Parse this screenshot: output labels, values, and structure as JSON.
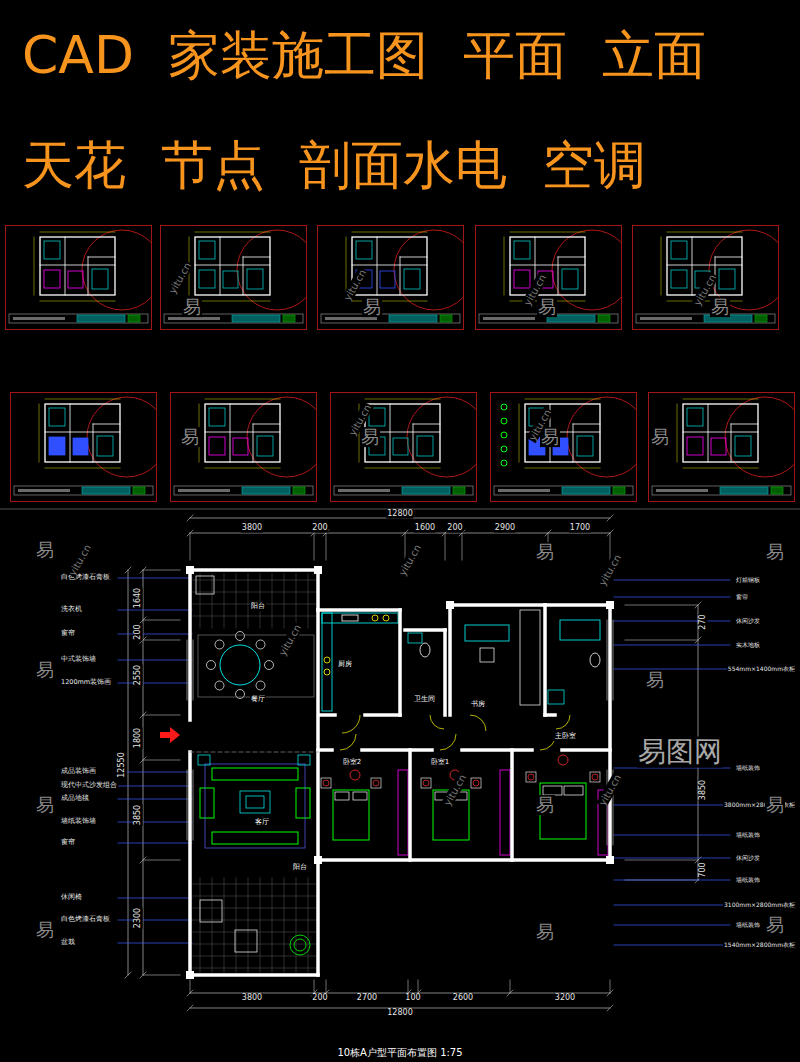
{
  "diagram": {
    "title": "CAD 家装施工图 平面 立面 天花 节点 剖面水电 空调",
    "caption": "10栋A户型平面布置图 1:75",
    "labels": [
      "12800",
      "3800",
      "200",
      "1600",
      "200",
      "2900",
      "1700",
      "3800",
      "200",
      "2700",
      "100",
      "2600",
      "3200",
      "12800",
      "1640",
      "200",
      "2550",
      "1800",
      "3850",
      "2300",
      "12550",
      "270",
      "3850",
      "700",
      "白色烤漆石膏板",
      "洗衣机",
      "窗帘",
      "中式装饰墙",
      "1200mm装饰画",
      "成品装饰画",
      "现代中式沙发组合",
      "成品地毯",
      "墙纸装饰墙",
      "窗帘",
      "休闲椅",
      "白色烤漆石膏板",
      "盆栽",
      "灯箱钢板",
      "窗帘",
      "休闲沙发",
      "实木地板",
      "554mm×1400mm衣柜",
      "墙纸装饰",
      "3800mm×2800mm衣柜",
      "墙纸装饰",
      "休闲沙发",
      "墙纸装饰",
      "3100mm×2800mm衣柜",
      "墙纸装饰",
      "1540mm×2800mm衣柜",
      "阳台",
      "餐厅",
      "厨房",
      "卫生间",
      "书房",
      "主卧室",
      "卧室2",
      "卧室1",
      "客厅",
      "阳台",
      "易",
      "易",
      "易",
      "易",
      "易",
      "易",
      "易",
      "易",
      "易",
      "易",
      "易",
      "易",
      "易",
      "易",
      "易",
      "易",
      "易",
      "易",
      "易",
      "yitu.cn",
      "yitu.cn",
      "yitu.cn",
      "yitu.cn",
      "yitu.cn",
      "yitu.cn",
      "yitu.cn",
      "yitu.cn",
      "yitu.cn",
      "yitu.cn",
      "yitu.cn",
      "yitu.cn",
      "易图网"
    ]
  }
}
